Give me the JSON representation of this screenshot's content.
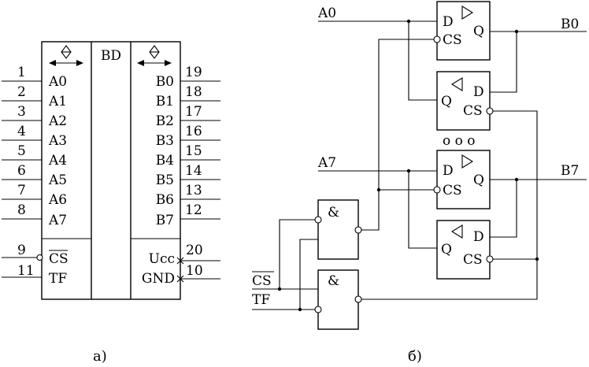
{
  "chip_a": {
    "title": "BD",
    "left_pins": [
      {
        "num": "1",
        "label": "A0"
      },
      {
        "num": "2",
        "label": "A1"
      },
      {
        "num": "3",
        "label": "A2"
      },
      {
        "num": "4",
        "label": "A3"
      },
      {
        "num": "5",
        "label": "A4"
      },
      {
        "num": "6",
        "label": "A5"
      },
      {
        "num": "7",
        "label": "A6"
      },
      {
        "num": "8",
        "label": "A7"
      }
    ],
    "right_pins": [
      {
        "num": "19",
        "label": "B0"
      },
      {
        "num": "18",
        "label": "B1"
      },
      {
        "num": "17",
        "label": "B2"
      },
      {
        "num": "16",
        "label": "B3"
      },
      {
        "num": "15",
        "label": "B4"
      },
      {
        "num": "14",
        "label": "B5"
      },
      {
        "num": "13",
        "label": "B6"
      },
      {
        "num": "12",
        "label": "B7"
      }
    ],
    "ctrl_left": [
      {
        "num": "9",
        "label": "CS"
      },
      {
        "num": "11",
        "label": "TF"
      }
    ],
    "ctrl_right": [
      {
        "num": "20",
        "label": "Ucc"
      },
      {
        "num": "10",
        "label": "GND"
      }
    ],
    "caption": "а)"
  },
  "circuit_b": {
    "inputs": {
      "a0": "A0",
      "a7": "A7",
      "cs": "CS",
      "tf": "TF"
    },
    "outputs": {
      "b0": "B0",
      "b7": "B7"
    },
    "gate_symbol": "&",
    "ff_labels": {
      "d": "D",
      "q": "Q",
      "cs": "CS"
    },
    "ellipsis": "o  o  o",
    "caption": "б)"
  }
}
